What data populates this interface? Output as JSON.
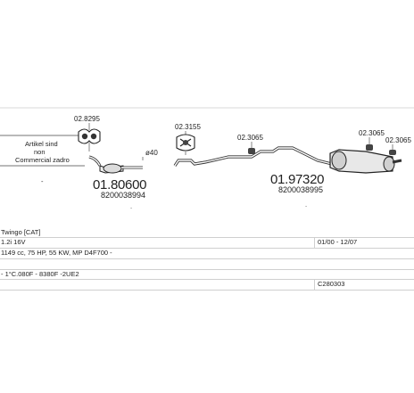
{
  "diagram": {
    "note_lines": [
      "Artikel sind",
      "non",
      "Commercial zadro"
    ],
    "dash": "-",
    "dot": ".",
    "pipe_diameter": "ø40",
    "part_front": {
      "number": "01.80600",
      "oem": "8200038994"
    },
    "part_rear": {
      "number": "01.97320",
      "oem": "8200038995"
    },
    "refs": {
      "gasket": "02.8295",
      "clamp": "02.3155",
      "hanger_mid": "02.3065",
      "hanger_rear_a": "02.3065",
      "hanger_rear_b": "02.3065"
    }
  },
  "vehicle": {
    "model": "Twingo  [CAT]",
    "engine": "1.2i 16V",
    "date_range": "01/00 - 12/07",
    "spec": "1149 cc, 75 HP, 55 KW, MP D4F700 -",
    "remark": "- 1°C.080F - 8380F -2UE2",
    "catalogue_code": "C280303"
  }
}
